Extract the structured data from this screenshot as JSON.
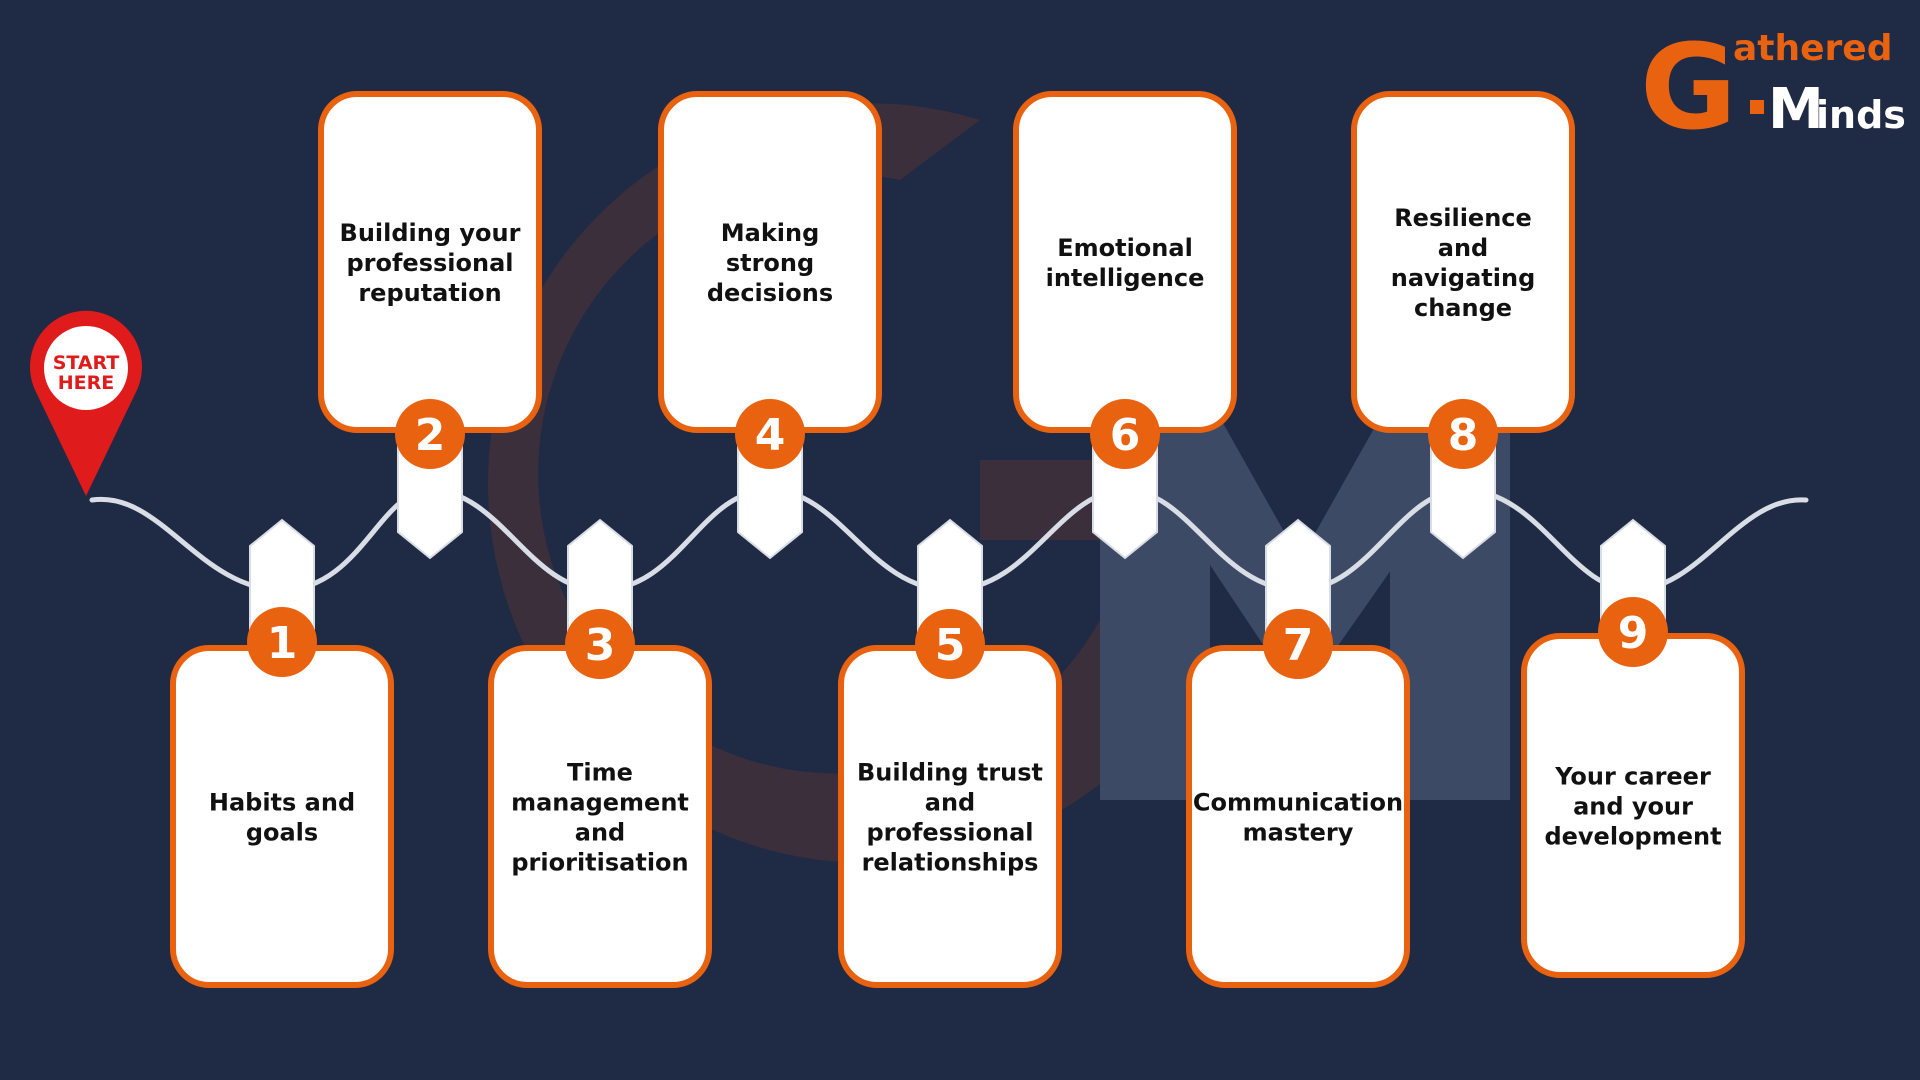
{
  "colors": {
    "background": "#1f2a45",
    "accent": "#e8620f",
    "card": "#ffffff",
    "path": "#d9dde6",
    "pin": "#e01b1b",
    "watermark_orange": "#6a3a2a",
    "watermark_blue": "#3d4a66"
  },
  "start_pin": {
    "line1": "START",
    "line2": "HERE",
    "icon": "map-pin-icon"
  },
  "logo": {
    "big_letter": "G",
    "word1": "athered",
    "word2": "inds",
    "m_letter": "M"
  },
  "steps": [
    {
      "number": "1",
      "lines": [
        "Habits and",
        "goals"
      ]
    },
    {
      "number": "2",
      "lines": [
        "Building your",
        "professional",
        "reputation"
      ]
    },
    {
      "number": "3",
      "lines": [
        "Time",
        "management",
        "and",
        "prioritisation"
      ]
    },
    {
      "number": "4",
      "lines": [
        "Making",
        "strong",
        "decisions"
      ]
    },
    {
      "number": "5",
      "lines": [
        "Building trust",
        "and",
        "professional",
        "relationships"
      ]
    },
    {
      "number": "6",
      "lines": [
        "Emotional",
        "intelligence"
      ]
    },
    {
      "number": "7",
      "lines": [
        "Communication",
        "mastery"
      ]
    },
    {
      "number": "8",
      "lines": [
        "Resilience",
        "and",
        "navigating",
        "change"
      ]
    },
    {
      "number": "9",
      "lines": [
        "Your career",
        "and your",
        "development"
      ]
    }
  ]
}
